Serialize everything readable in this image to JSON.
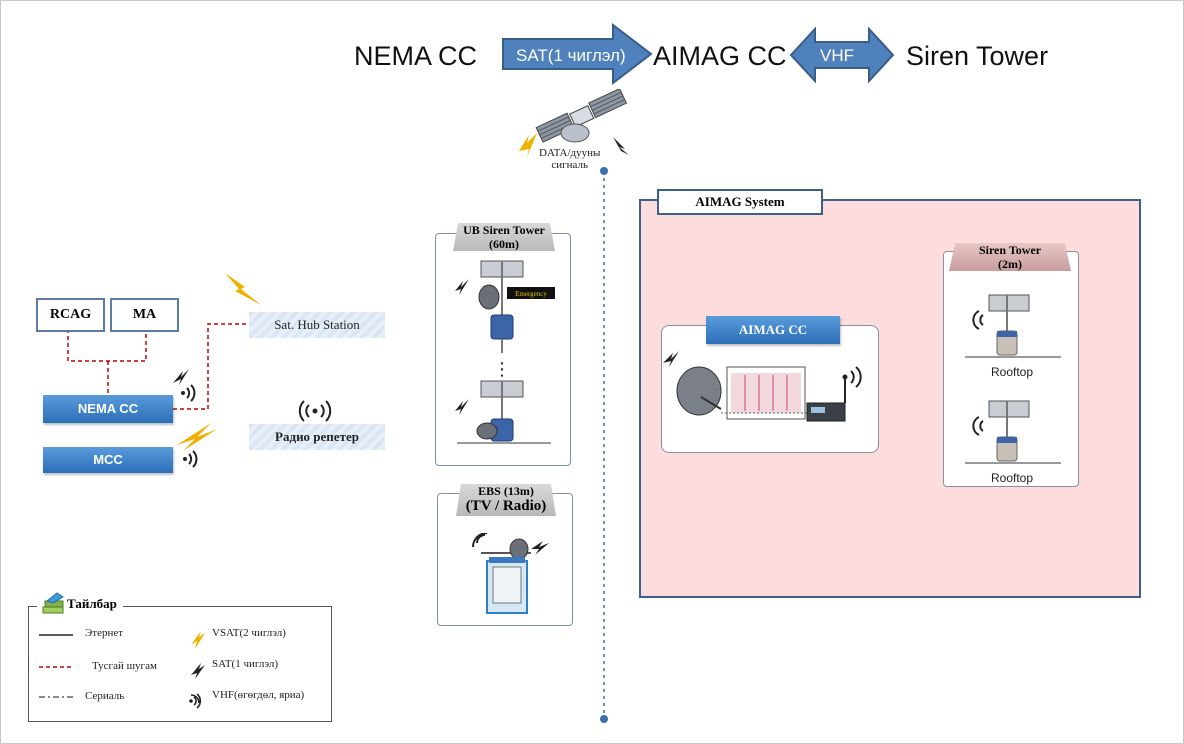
{
  "header": {
    "source": "NEMA CC",
    "link1": "SAT(1 чиглэл)",
    "middle": "AIMAG CC",
    "link2": "VHF",
    "target": "Siren Tower"
  },
  "satellite": {
    "caption_line1": "DATA/дууны",
    "caption_line2": "сигналь"
  },
  "left": {
    "rcag": "RCAG",
    "ma": "MA",
    "nema_cc": "NEMA CC",
    "mcc": "MCC",
    "hub": "Sat.  Hub Station",
    "repeater": "Радио репетер"
  },
  "ub_tower": {
    "title_line1": "UB Siren Tower",
    "title_line2": "(60m)",
    "sign_text": "Emergency",
    "dots": "⋮"
  },
  "ebs": {
    "title_line1": "EBS (13m)",
    "title_line2": "(TV / Radio)"
  },
  "aimag_system": {
    "title": "AIMAG  System",
    "cc_label": "AIMAG CC",
    "siren_title_line1": "Siren Tower",
    "siren_title_line2": "(2m)",
    "rooftop1": "Rooftop",
    "rooftop2": "Rooftop"
  },
  "legend": {
    "title": "Тайлбар",
    "items": [
      {
        "label": "Этернет",
        "style": "solid"
      },
      {
        "label": "Тусгай шугам",
        "style": "dashed-red"
      },
      {
        "label": "Сериаль",
        "style": "dash-dot"
      },
      {
        "label": "VSAT(2 чиглэл)",
        "icon": "lightning"
      },
      {
        "label": "SAT(1 чиглэл)",
        "icon": "lightning-dark"
      },
      {
        "label": "VHF(өгөгдөл, яриа)",
        "icon": "radio-wave"
      }
    ]
  },
  "colors": {
    "arrow_fill": "#4f81bd",
    "arrow_stroke": "#385d8a",
    "aimag_bg": "#fcdcdd",
    "aimag_border": "#3e5f8a",
    "dashed_red": "#c00000",
    "blue_bar": "#2e75c0",
    "lightning": "#f0b000"
  }
}
